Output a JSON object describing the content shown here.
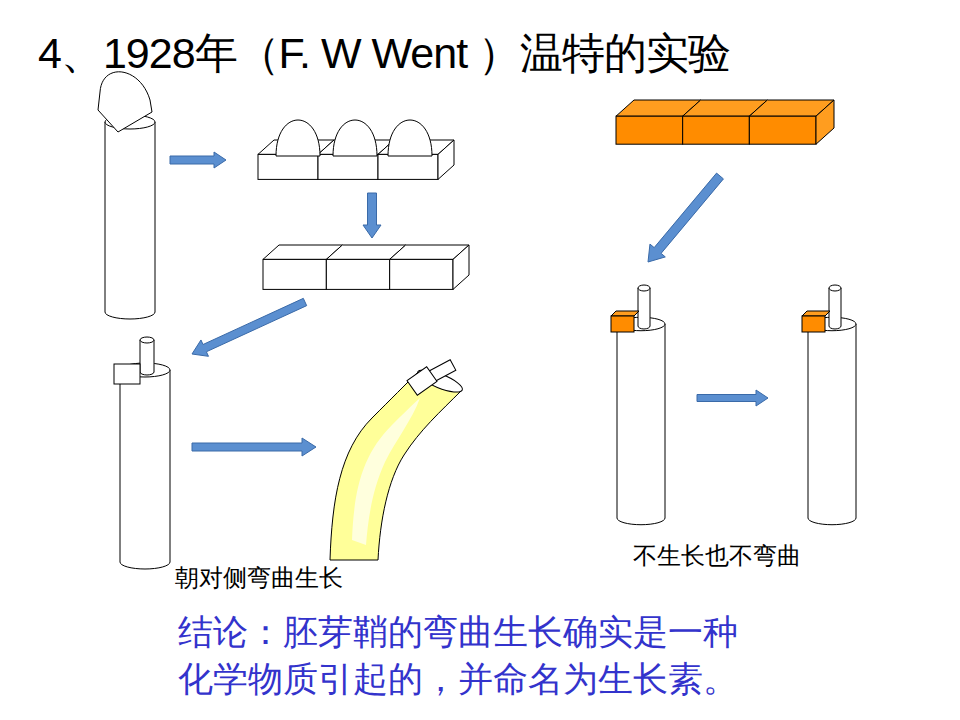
{
  "diagram": {
    "title": "4、1928年（F. W Went ）温特的实验",
    "caption": "结论：胚芽鞘的弯曲生长确实是一种 化学物质引起的，并命名为生长素。",
    "labels": [
      "朝对侧弯曲生长",
      "不生长也不弯曲"
    ]
  }
}
